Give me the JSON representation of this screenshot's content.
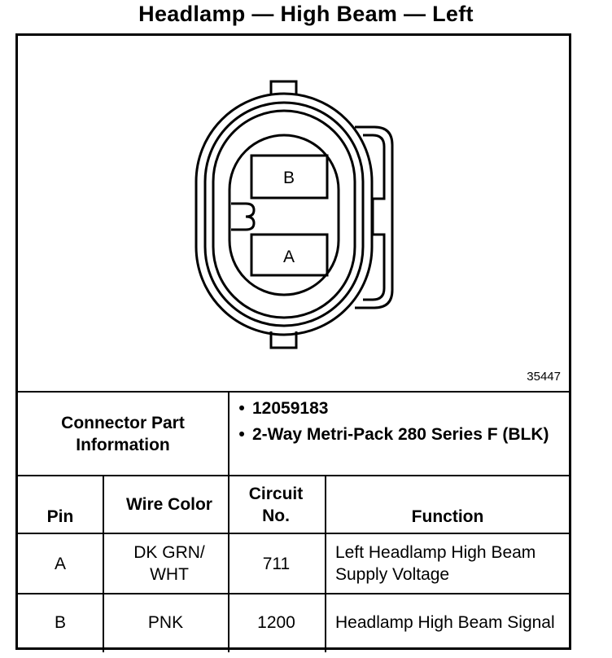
{
  "title": "Headlamp — High Beam — Left",
  "diagram": {
    "reference_number": "35447",
    "cavity_labels": [
      "B",
      "A"
    ]
  },
  "connector_info": {
    "label": "Connector Part Information",
    "items": [
      "12059183",
      "2-Way Metri-Pack 280 Series F (BLK)"
    ]
  },
  "table": {
    "headers": {
      "pin": "Pin",
      "wire_color": "Wire Color",
      "circuit_no": "Circuit No.",
      "function": "Function"
    },
    "rows": [
      {
        "pin": "A",
        "wire_color": "DK GRN/ WHT",
        "circuit_no": "711",
        "function": "Left Headlamp High Beam Supply Voltage"
      },
      {
        "pin": "B",
        "wire_color": "PNK",
        "circuit_no": "1200",
        "function": "Headlamp High Beam Signal"
      }
    ]
  }
}
